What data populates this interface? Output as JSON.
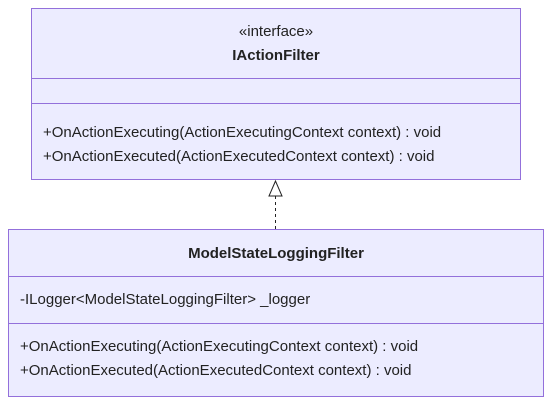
{
  "colors": {
    "fill": "#ECECFF",
    "border": "#9370DB",
    "text": "#222222"
  },
  "diagram": {
    "interface": {
      "stereotype": "«interface»",
      "name": "IActionFilter",
      "attributes": [],
      "methods": [
        "+OnActionExecuting(ActionExecutingContext context) : void",
        "+OnActionExecuted(ActionExecutedContext context) : void"
      ]
    },
    "class": {
      "name": "ModelStateLoggingFilter",
      "attributes": [
        "-ILogger<ModelStateLoggingFilter> _logger"
      ],
      "methods": [
        "+OnActionExecuting(ActionExecutingContext context) : void",
        "+OnActionExecuted(ActionExecutedContext context) : void"
      ]
    },
    "relationship": {
      "type": "realization",
      "from": "ModelStateLoggingFilter",
      "to": "IActionFilter"
    }
  }
}
